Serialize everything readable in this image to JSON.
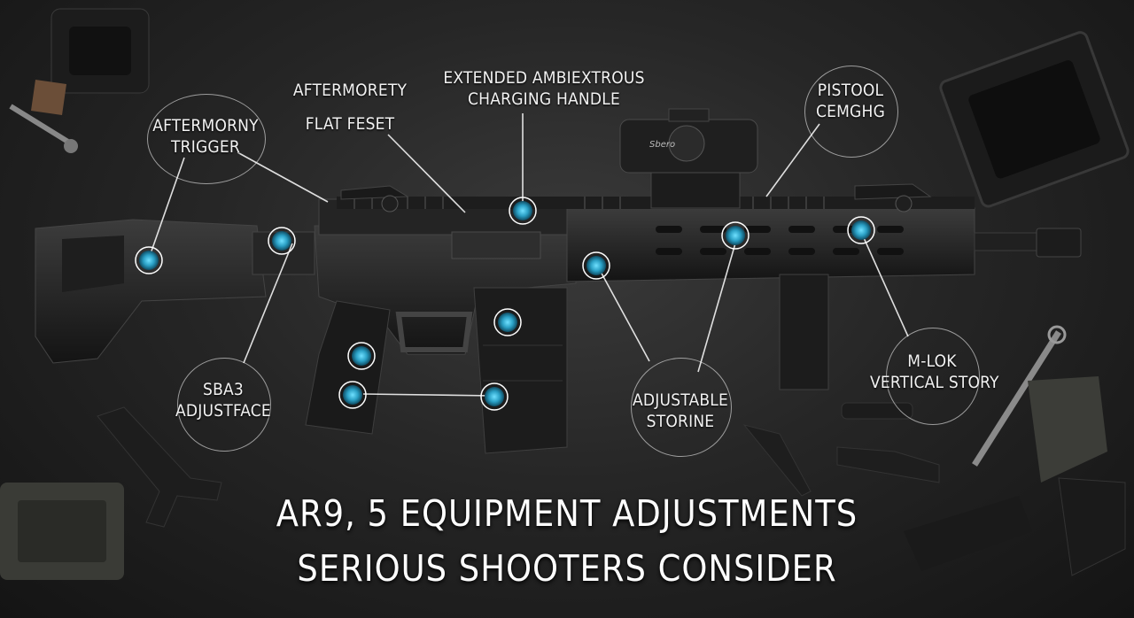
{
  "callouts": {
    "trigger": {
      "line1": "AFTERMORNY",
      "line2": "TRIGGER"
    },
    "aftermorety": {
      "line1": "AFTERMORETY",
      "line2": "FLAT FESET"
    },
    "charging_handle": {
      "line1": "EXTENDED AMBIEXTROUS",
      "line2": "CHARGING HANDLE"
    },
    "pistol": {
      "line1": "PISTOOL",
      "line2": "CEMGHG"
    },
    "sba3": {
      "line1": "SBA3",
      "line2": "ADJUSTFACE"
    },
    "adjustable": {
      "line1": "ADJUSTABLE",
      "line2": "STORINE"
    },
    "mlok": {
      "line1": "M-LOK",
      "line2": "VERTICAL STORY"
    }
  },
  "optic_marking": "Sbero",
  "headline": {
    "line1": "AR9, 5 EQUIPMENT ADJUSTMENTS",
    "line2": "SERIOUS SHOOTERS CONSIDER"
  },
  "colors": {
    "background": "#222222",
    "hotspot": "#2a9fc4",
    "text": "#f2f2f2"
  }
}
